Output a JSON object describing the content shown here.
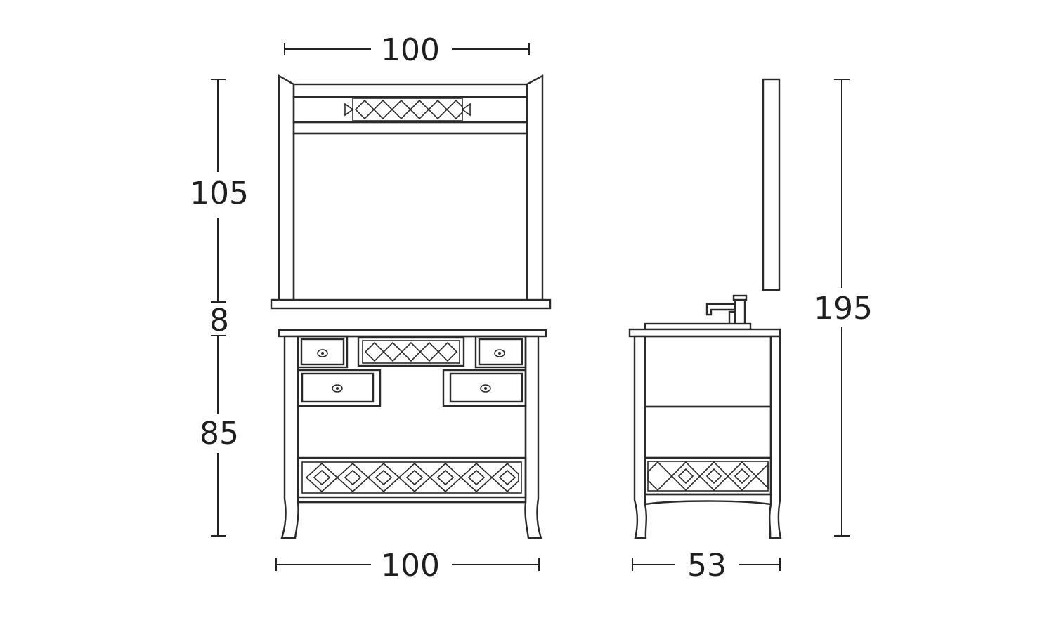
{
  "dimensions": {
    "mirror_width": "100",
    "mirror_height": "105",
    "gap": "8",
    "cabinet_height": "85",
    "cabinet_width": "100",
    "side_depth": "53",
    "total_height": "195"
  },
  "colors": {
    "line": "#2a2a2a",
    "background": "#ffffff"
  }
}
